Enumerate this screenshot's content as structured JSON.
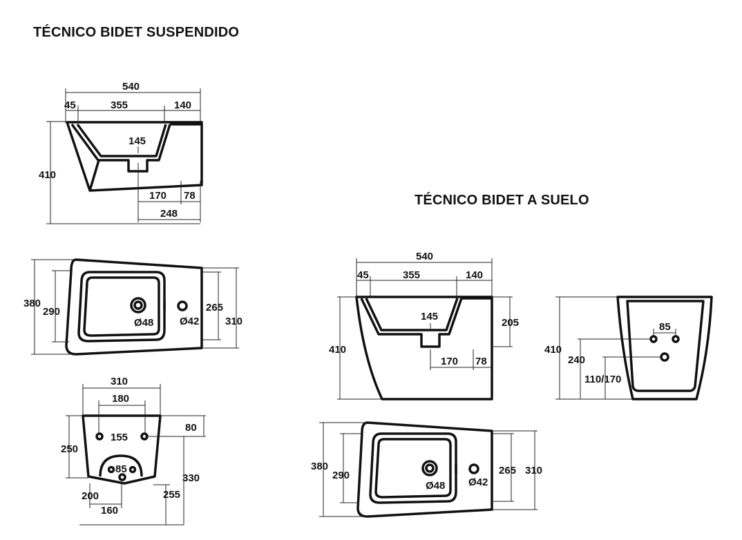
{
  "titles": {
    "suspendido": "TÉCNICO BIDET SUSPENDIDO",
    "suelo": "TÉCNICO BIDET A SUELO"
  },
  "suspendido": {
    "side": {
      "d540": "540",
      "d45": "45",
      "d355": "355",
      "d140": "140",
      "d145": "145",
      "d410": "410",
      "d170": "170",
      "d78": "78",
      "d248": "248"
    },
    "top": {
      "d380": "380",
      "d290": "290",
      "d265": "265",
      "d310": "310",
      "d48": "Ø48",
      "d42": "Ø42"
    },
    "rear": {
      "d310": "310",
      "d180": "180",
      "d155": "155",
      "d80": "80",
      "d250": "250",
      "d85": "85",
      "d330": "330",
      "d200": "200",
      "d255": "255",
      "d160": "160"
    }
  },
  "suelo": {
    "side": {
      "d540": "540",
      "d45": "45",
      "d355": "355",
      "d140": "140",
      "d145": "145",
      "d205": "205",
      "d410": "410",
      "d170": "170",
      "d78": "78"
    },
    "rear": {
      "d85": "85",
      "d410": "410",
      "d240": "240",
      "d110170": "110/170"
    },
    "top": {
      "d380": "380",
      "d290": "290",
      "d265": "265",
      "d310": "310",
      "d48": "Ø48",
      "d42": "Ø42"
    }
  },
  "colors": {
    "line": "#111111",
    "background": "#ffffff"
  }
}
